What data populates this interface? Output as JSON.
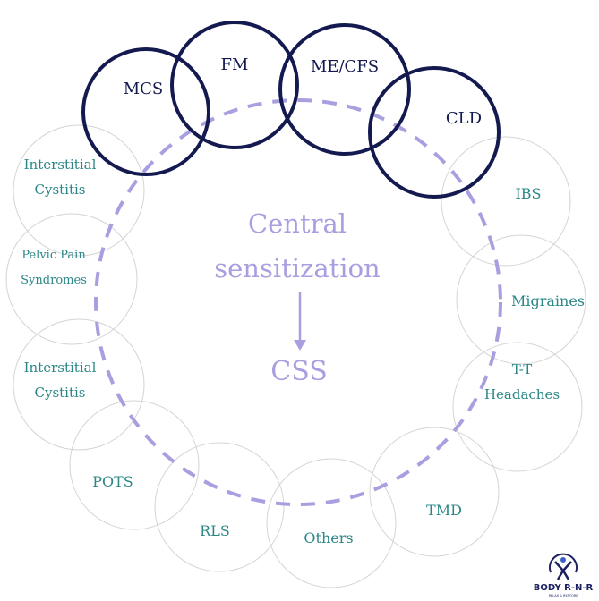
{
  "colors": {
    "navy": "#141a50",
    "teal": "#2b8686",
    "lavender": "#a79fe0",
    "gray_outline": "#d4d4d4"
  },
  "center": {
    "line1": "Central",
    "line2": "sensitization",
    "result": "CSS"
  },
  "primary": [
    {
      "label": "MCS"
    },
    {
      "label": "FM"
    },
    {
      "label": "ME/CFS"
    },
    {
      "label": "CLD"
    }
  ],
  "secondary": [
    {
      "lines": [
        "Interstitial",
        "Cystitis"
      ]
    },
    {
      "lines": [
        "Pelvic Pain",
        "Syndromes"
      ]
    },
    {
      "lines": [
        "Interstitial",
        "Cystitis"
      ]
    },
    {
      "lines": [
        "POTS"
      ]
    },
    {
      "lines": [
        "RLS"
      ]
    },
    {
      "lines": [
        "Others"
      ]
    },
    {
      "lines": [
        "TMD"
      ]
    },
    {
      "lines": [
        "T-T",
        "Headaches"
      ]
    },
    {
      "lines": [
        "Migraines"
      ]
    },
    {
      "lines": [
        "IBS"
      ]
    }
  ],
  "logo": {
    "name": "BODY R-N-R",
    "tagline": "RELAX & RESTORE"
  }
}
